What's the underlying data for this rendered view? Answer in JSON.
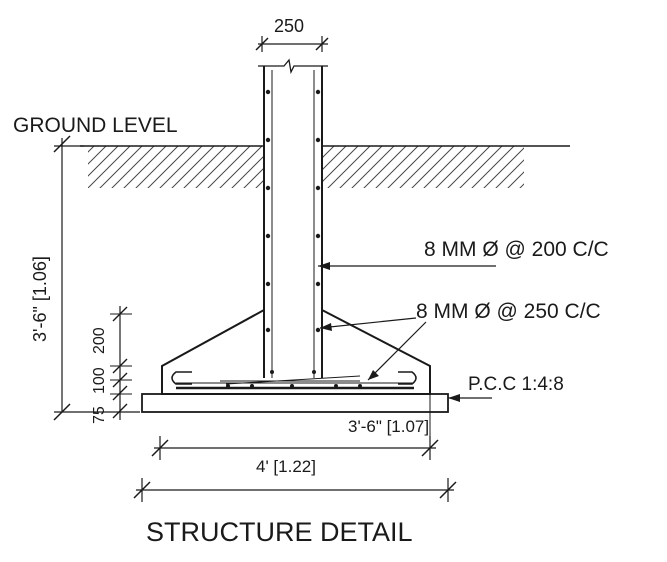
{
  "labels": {
    "column_width": "250",
    "ground_level": "GROUND LEVEL",
    "depth": "3'-6\" [1.06]",
    "bar_spec_1": "8 MM Ø @ 200 C/C",
    "bar_spec_2": "8 MM Ø @ 250 C/C",
    "pcc": "P.C.C 1:4:8",
    "footing_width": "3'-6\" [1.07]",
    "base_width_1": "4' [1.22]",
    "thickness_200": "200",
    "thickness_100": "100",
    "thickness_75": "75",
    "caption": "STRUCTURE DETAIL"
  },
  "colors": {
    "ink": "#1a1a1a",
    "paper": "#ffffff"
  }
}
